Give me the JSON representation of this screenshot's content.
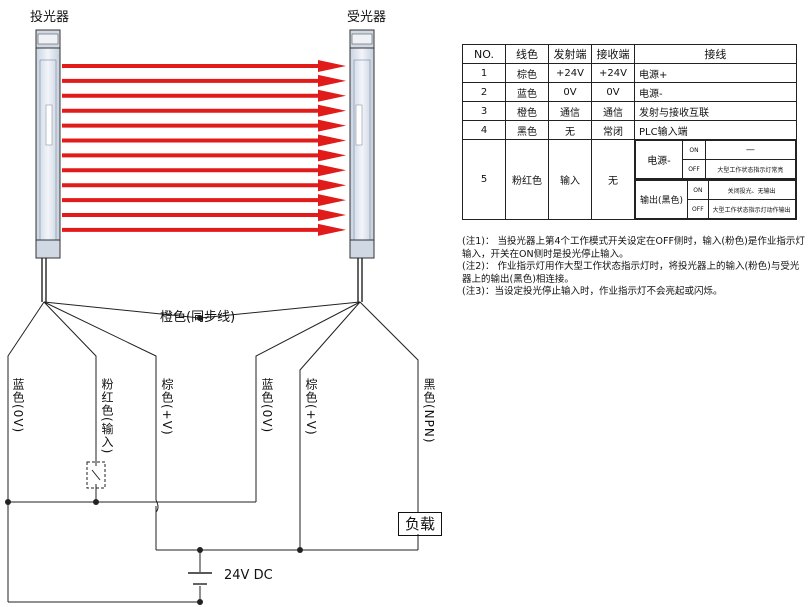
{
  "labels": {
    "emitter": "投光器",
    "receiver": "受光器",
    "sync_wire": "橙色(同步线)",
    "power": "24V DC",
    "load": "负载"
  },
  "wires": {
    "emitter_blue": "蓝色(0V)",
    "emitter_pink": "粉红色(输入)",
    "emitter_brown": "棕色(+V)",
    "receiver_blue": "蓝色(0V)",
    "receiver_brown": "棕色(+V)",
    "receiver_black": "黑色(NPN)"
  },
  "table": {
    "headers": [
      "NO.",
      "线色",
      "发射端",
      "接收端",
      "接线"
    ],
    "rows": [
      [
        "1",
        "棕色",
        "+24V",
        "+24V",
        "电源+"
      ],
      [
        "2",
        "蓝色",
        "0V",
        "0V",
        "电源-"
      ],
      [
        "3",
        "橙色",
        "通信",
        "通信",
        "发射与接收互联"
      ],
      [
        "4",
        "黑色",
        "无",
        "常闭",
        "PLC输入端"
      ]
    ],
    "row5": {
      "no": "5",
      "color": "粉红色",
      "emitter": "输入",
      "receiver": "无",
      "power_label": "电源-",
      "output_label": "输出(黑色)",
      "on": "ON",
      "off": "OFF",
      "power_on": "—",
      "power_off": "大型工作状态指示灯常亮",
      "output_on": "关闭投光、无输出",
      "output_off": "大型工作状态指示灯动作输出"
    }
  },
  "notes": [
    "(注1)： 当投光器上第4个工作模式开关设定在OFF侧时，输入(粉色)是作业指示灯输入，开关在ON侧时是投光停止输入。",
    "(注2)： 作业指示灯用作大型工作状态指示灯时，将投光器上的输入(粉色)与受光器上的输出(黑色)相连接。",
    "(注3)：当设定投光停止输入时，作业指示灯不会亮起或闪烁。"
  ],
  "colors": {
    "beam": "#e11a1a",
    "curtain_fill": "#dfe6f1",
    "line": "#222222"
  }
}
